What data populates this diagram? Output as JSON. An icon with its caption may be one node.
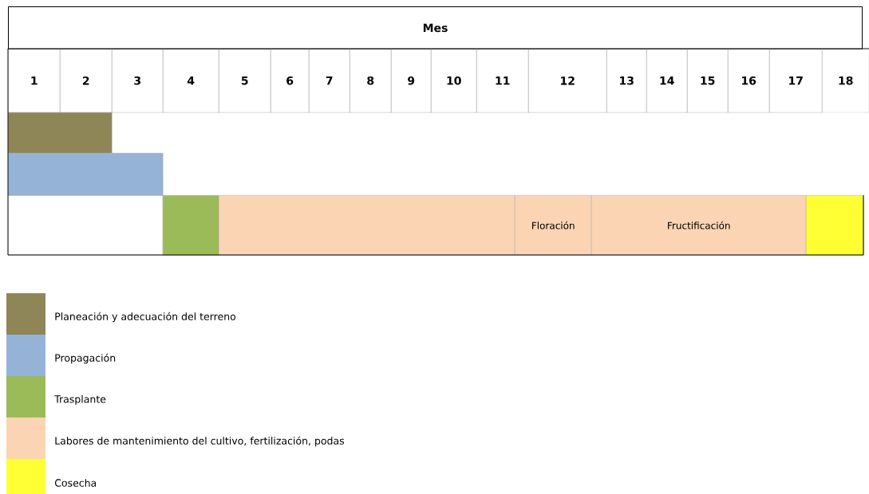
{
  "diagram": {
    "nodes": [
      {
        "text": [],
        "shape": "bar"
      },
      {
        "text": [],
        "shape": "bar"
      },
      {
        "text": [],
        "shape": "bar"
      },
      {
        "text": [],
        "shape": "bar"
      },
      {
        "text": [
          "Floración"
        ]
      },
      {
        "text": [
          "Fructificación"
        ]
      },
      {
        "text": [],
        "shape": "bar"
      }
    ],
    "labels": [
      "Mes",
      "1",
      "2",
      "3",
      "4",
      "5",
      "6",
      "7",
      "8",
      "9",
      "10",
      "11",
      "12",
      "13",
      "14",
      "15",
      "16",
      "17",
      "18"
    ],
    "legend": [
      {
        "text": "Planeación y adecuación del terreno",
        "color": "#8f8657"
      },
      {
        "text": "Propagación",
        "color": "#95b3d7"
      },
      {
        "text": "Trasplante",
        "color": "#9bbb59"
      },
      {
        "text": "Labores de mantenimiento del cultivo, fertilización, podas",
        "color": "#fbd4b4"
      },
      {
        "text": "Cosecha",
        "color": "#ffff33"
      }
    ]
  }
}
